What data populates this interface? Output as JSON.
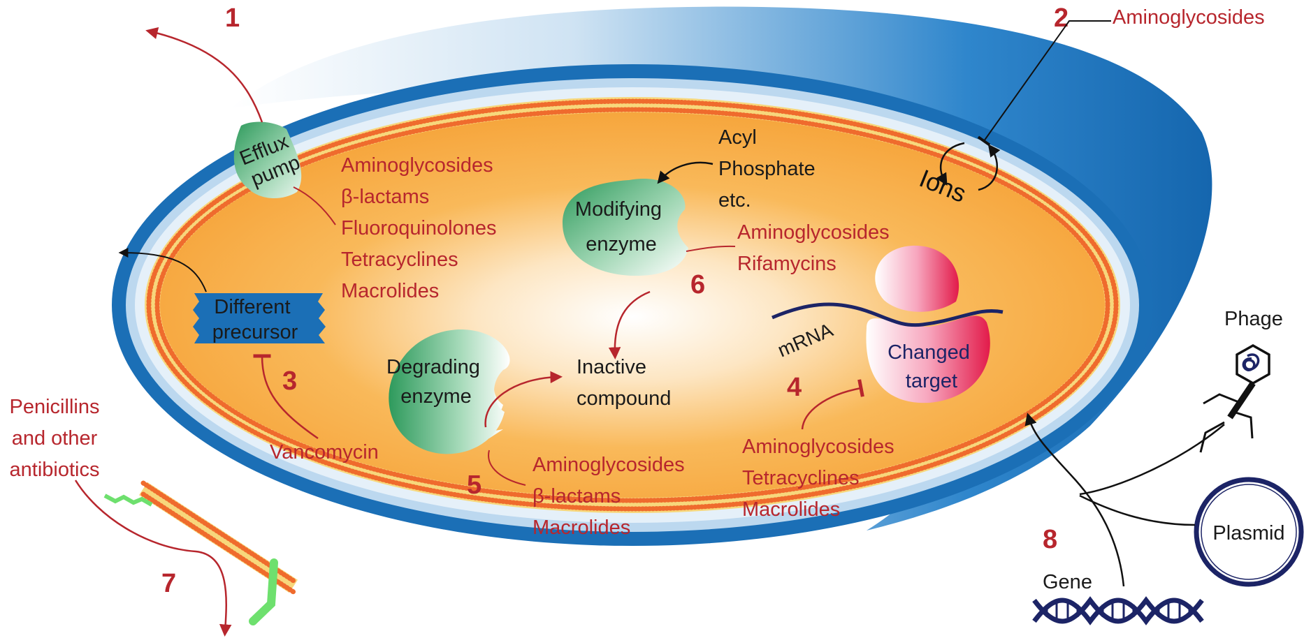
{
  "colors": {
    "accent_red": "#b7262d",
    "outer_blue": "#1b6fb6",
    "cytoplasm_orange": "#f6a43a",
    "membrane_orange": "#ef6b2d",
    "enzyme_green": "#3aa86b",
    "target_pink": "#e8335a",
    "dna_navy": "#1c2466"
  },
  "mechanisms": {
    "m1": {
      "number": "1",
      "structure": [
        "Efflux",
        "pump"
      ],
      "antibiotics": [
        "Aminoglycosides",
        "β-lactams",
        "Fluoroquinolones",
        "Tetracyclines",
        "Macrolides"
      ]
    },
    "m2": {
      "number": "2",
      "antibiotic": "Aminoglycosides",
      "label": "Ions"
    },
    "m3": {
      "number": "3",
      "structure": [
        "Different",
        "precursor"
      ],
      "antibiotic": "Vancomycin"
    },
    "m4": {
      "number": "4",
      "mrna": "mRNA",
      "structure": [
        "Changed",
        "target"
      ],
      "antibiotics": [
        "Aminoglycosides",
        "Tetracyclines",
        "Macrolides"
      ]
    },
    "m5": {
      "number": "5",
      "structure": [
        "Degrading",
        "enzyme"
      ],
      "antibiotics": [
        "Aminoglycosides",
        "β-lactams",
        "Macrolides"
      ]
    },
    "m6": {
      "number": "6",
      "structure": [
        "Modifying",
        "enzyme"
      ],
      "substrates": [
        "Acyl",
        "Phosphate",
        "etc."
      ],
      "antibiotics": [
        "Aminoglycosides",
        "Rifamycins"
      ]
    },
    "m7": {
      "number": "7",
      "antibiotics": [
        "Penicillins",
        "and other",
        "antibiotics"
      ]
    },
    "m8": {
      "number": "8",
      "sources": {
        "phage": "Phage",
        "plasmid": "Plasmid",
        "gene": "Gene"
      }
    },
    "product": [
      "Inactive",
      "compound"
    ]
  }
}
